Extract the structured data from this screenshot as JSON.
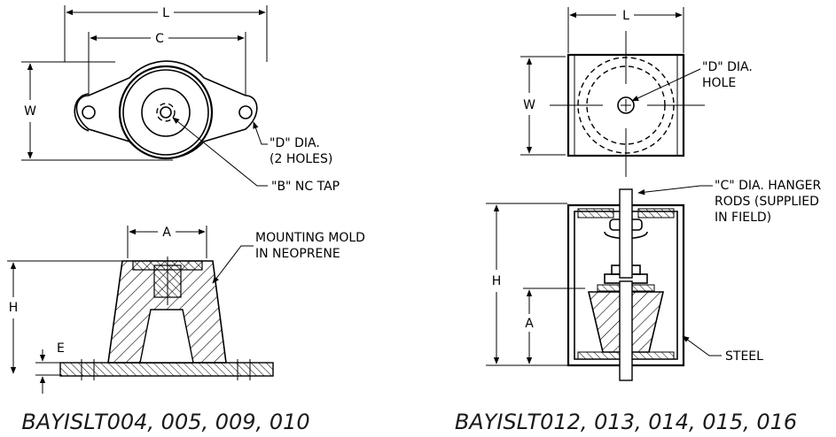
{
  "left_top": {
    "dim_L": "L",
    "dim_C": "C",
    "dim_W": "W",
    "callout_D_line1": "\"D\" DIA.",
    "callout_D_line2": "(2 HOLES)",
    "callout_B": "\"B\" NC TAP"
  },
  "left_bottom": {
    "dim_A": "A",
    "dim_H": "H",
    "dim_E": "E",
    "callout_mold_line1": "MOUNTING MOLD",
    "callout_mold_line2": "IN NEOPRENE"
  },
  "right_top": {
    "dim_L": "L",
    "dim_W": "W",
    "callout_D_line1": "\"D\" DIA.",
    "callout_D_line2": "HOLE"
  },
  "right_bottom": {
    "dim_H": "H",
    "dim_A": "A",
    "callout_C_line1": "\"C\" DIA. HANGER",
    "callout_C_line2": "RODS (SUPPLIED",
    "callout_C_line3": "IN FIELD)",
    "callout_steel": "STEEL"
  },
  "captions": {
    "left": "BAYISLT004, 005, 009, 010",
    "right": "BAYISLT012, 013, 014, 015, 016"
  }
}
